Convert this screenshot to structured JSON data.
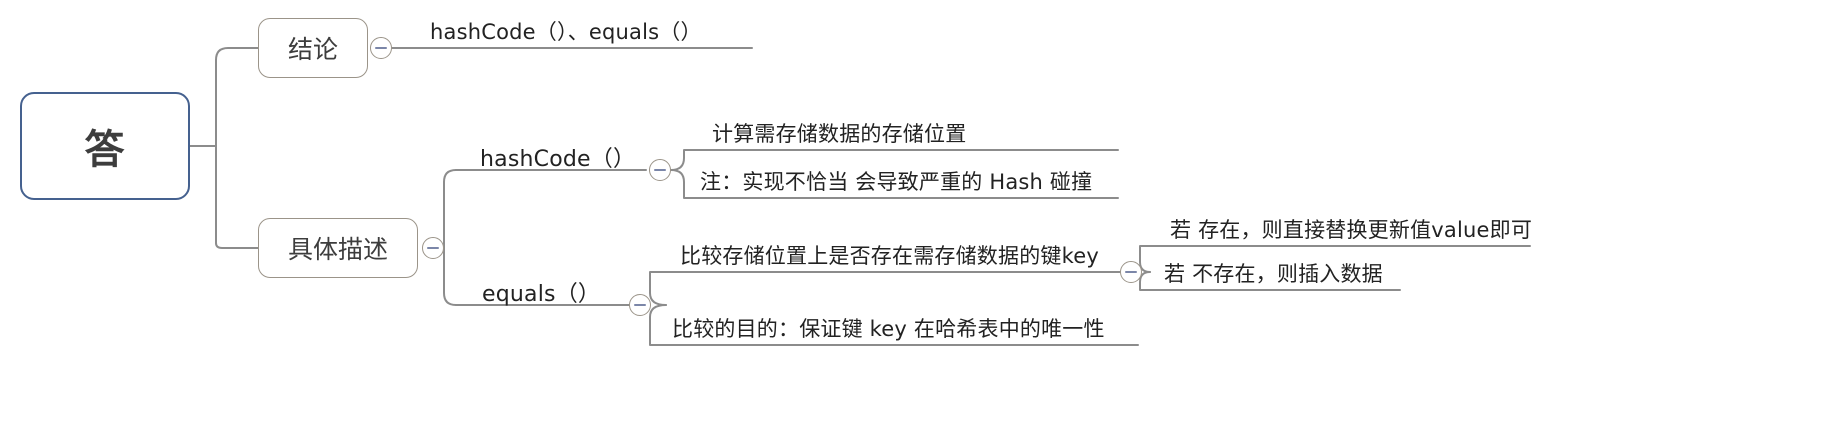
{
  "diagram": {
    "type": "mind-map",
    "title_node": "答",
    "colors": {
      "root_border": "#45618f",
      "branch_border": "#9b9489",
      "edge": "#8c8c8c",
      "text": "#333333",
      "collapse_minus": "#7b86a8",
      "background": "#ffffff"
    },
    "root": {
      "label": "答"
    },
    "branches": [
      {
        "id": "conclusion",
        "label": "结论",
        "collapse_icon": "minus-circle-icon",
        "children": [
          {
            "id": "conclusion-methods",
            "label": "hashCode（）、equals（）"
          }
        ]
      },
      {
        "id": "detail",
        "label": "具体描述",
        "collapse_icon": "minus-circle-icon",
        "children": [
          {
            "id": "hashcode",
            "label": "hashCode（）",
            "collapse_icon": "minus-circle-icon",
            "children": [
              {
                "id": "hashcode-1",
                "label": "计算需存储数据的存储位置"
              },
              {
                "id": "hashcode-2",
                "label": "注：实现不恰当 会导致严重的 Hash 碰撞"
              }
            ]
          },
          {
            "id": "equals",
            "label": "equals（）",
            "collapse_icon": "minus-circle-icon",
            "children": [
              {
                "id": "equals-1",
                "label": "比较存储位置上是否存在需存储数据的键key",
                "collapse_icon": "minus-circle-icon",
                "children": [
                  {
                    "id": "equals-1-1",
                    "label": "若 存在，则直接替换更新值value即可"
                  },
                  {
                    "id": "equals-1-2",
                    "label": "若 不存在，则插入数据"
                  }
                ]
              },
              {
                "id": "equals-2",
                "label": "比较的目的：保证键 key 在哈希表中的唯一性"
              }
            ]
          }
        ]
      }
    ]
  }
}
